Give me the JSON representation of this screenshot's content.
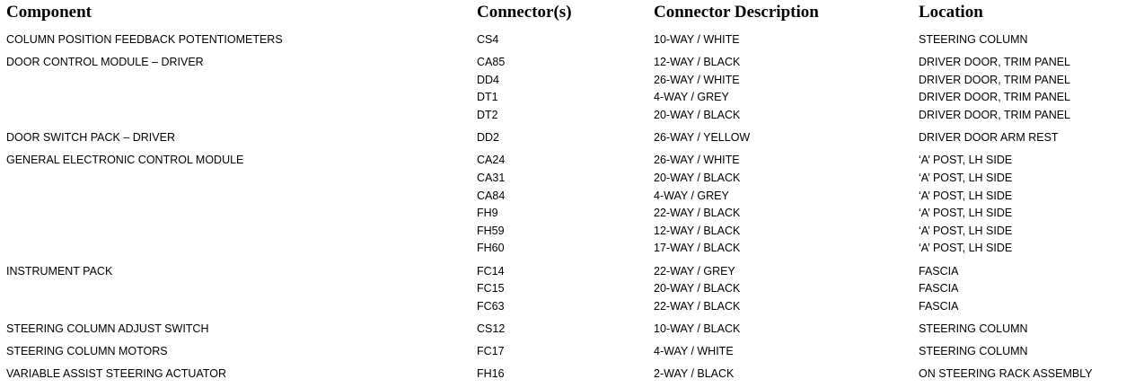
{
  "table": {
    "headers": {
      "component": "Component",
      "connectors": "Connector(s)",
      "description": "Connector Description",
      "location": "Location"
    },
    "groups": [
      {
        "component": "COLUMN POSITION FEEDBACK POTENTIOMETERS",
        "rows": [
          {
            "connector": "CS4",
            "description": "10-WAY / WHITE",
            "location": "STEERING COLUMN"
          }
        ]
      },
      {
        "component": "DOOR CONTROL MODULE – DRIVER",
        "rows": [
          {
            "connector": "CA85",
            "description": "12-WAY / BLACK",
            "location": "DRIVER DOOR, TRIM PANEL"
          },
          {
            "connector": "DD4",
            "description": "26-WAY / WHITE",
            "location": "DRIVER DOOR, TRIM PANEL"
          },
          {
            "connector": "DT1",
            "description": "4-WAY / GREY",
            "location": "DRIVER DOOR, TRIM PANEL"
          },
          {
            "connector": "DT2",
            "description": "20-WAY / BLACK",
            "location": "DRIVER DOOR, TRIM PANEL"
          }
        ]
      },
      {
        "component": "DOOR SWITCH PACK – DRIVER",
        "rows": [
          {
            "connector": "DD2",
            "description": "26-WAY / YELLOW",
            "location": "DRIVER DOOR ARM REST"
          }
        ]
      },
      {
        "component": "GENERAL ELECTRONIC CONTROL MODULE",
        "rows": [
          {
            "connector": "CA24",
            "description": "26-WAY / WHITE",
            "location": "‘A’ POST, LH SIDE"
          },
          {
            "connector": "CA31",
            "description": "20-WAY / BLACK",
            "location": "‘A’ POST, LH SIDE"
          },
          {
            "connector": "CA84",
            "description": "4-WAY / GREY",
            "location": "‘A’ POST, LH SIDE"
          },
          {
            "connector": "FH9",
            "description": "22-WAY / BLACK",
            "location": "‘A’ POST, LH SIDE"
          },
          {
            "connector": "FH59",
            "description": "12-WAY / BLACK",
            "location": "‘A’ POST, LH SIDE"
          },
          {
            "connector": "FH60",
            "description": "17-WAY / BLACK",
            "location": "‘A’ POST, LH SIDE"
          }
        ]
      },
      {
        "component": "INSTRUMENT PACK",
        "rows": [
          {
            "connector": "FC14",
            "description": "22-WAY / GREY",
            "location": "FASCIA"
          },
          {
            "connector": "FC15",
            "description": "20-WAY / BLACK",
            "location": "FASCIA"
          },
          {
            "connector": "FC63",
            "description": "22-WAY / BLACK",
            "location": "FASCIA"
          }
        ]
      },
      {
        "component": "STEERING COLUMN ADJUST SWITCH",
        "rows": [
          {
            "connector": "CS12",
            "description": "10-WAY / BLACK",
            "location": "STEERING COLUMN"
          }
        ]
      },
      {
        "component": "STEERING COLUMN MOTORS",
        "rows": [
          {
            "connector": "FC17",
            "description": "4-WAY / WHITE",
            "location": "STEERING COLUMN"
          }
        ]
      },
      {
        "component": "VARIABLE ASSIST STEERING ACTUATOR",
        "rows": [
          {
            "connector": "FH16",
            "description": "2-WAY / BLACK",
            "location": "ON STEERING RACK ASSEMBLY"
          }
        ]
      }
    ]
  }
}
